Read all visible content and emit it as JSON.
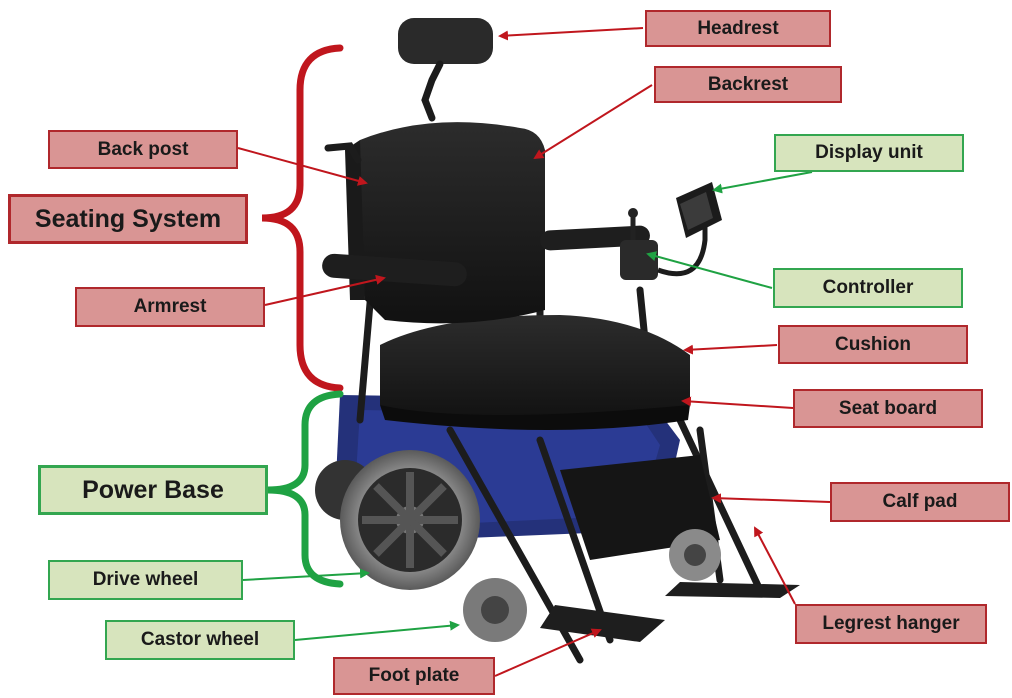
{
  "groups": {
    "seating": {
      "label": "Seating System",
      "color": "#c0161d"
    },
    "power": {
      "label": "Power Base",
      "color": "#1fa243"
    }
  },
  "labels": {
    "headrest": "Headrest",
    "backrest": "Backrest",
    "back_post": "Back post",
    "display_unit": "Display unit",
    "controller": "Controller",
    "armrest": "Armrest",
    "cushion": "Cushion",
    "seat_board": "Seat board",
    "calf_pad": "Calf pad",
    "drive_wheel": "Drive wheel",
    "castor_wheel": "Castor wheel",
    "legrest_hanger": "Legrest hanger",
    "foot_plate": "Foot plate"
  },
  "colors": {
    "component_fill": "#d99594",
    "component_border": "#b0282c",
    "power_fill": "#d7e4bd",
    "power_border": "#33a650",
    "red_arrow": "#c0161d",
    "green_arrow": "#1fa243"
  }
}
